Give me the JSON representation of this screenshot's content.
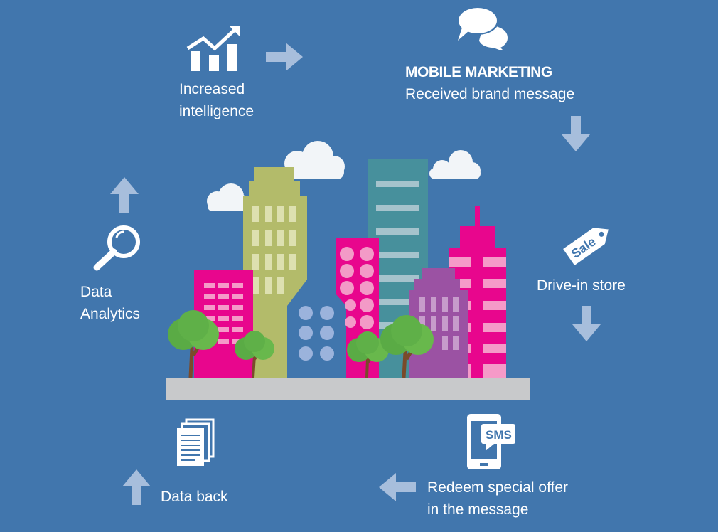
{
  "colors": {
    "background": "#4176ad",
    "arrow": "#a7bedc",
    "magenta": "#e8068d",
    "pink_light": "#f59ac8",
    "olive": "#b3bb6a",
    "teal": "#47909c",
    "purple": "#9b52a3",
    "ground": "#c8c9cb",
    "tree": "#5aab45"
  },
  "steps": {
    "intelligence": {
      "line1": "Increased",
      "line2": "intelligence",
      "icon": "growth-chart-icon"
    },
    "mobile": {
      "title": "MOBILE MARKETING",
      "subtitle": "Received brand message",
      "icon": "chat-bubbles-icon"
    },
    "store": {
      "label": "Drive-in store",
      "icon": "sale-tag-icon",
      "tag_text": "Sale"
    },
    "redeem": {
      "line1": "Redeem special offer",
      "line2": "in the message",
      "icon": "sms-phone-icon",
      "sms_text": "SMS"
    },
    "data_back": {
      "label": "Data back",
      "icon": "documents-icon"
    },
    "analytics": {
      "line1": "Data",
      "line2": "Analytics",
      "icon": "magnifier-icon"
    }
  }
}
